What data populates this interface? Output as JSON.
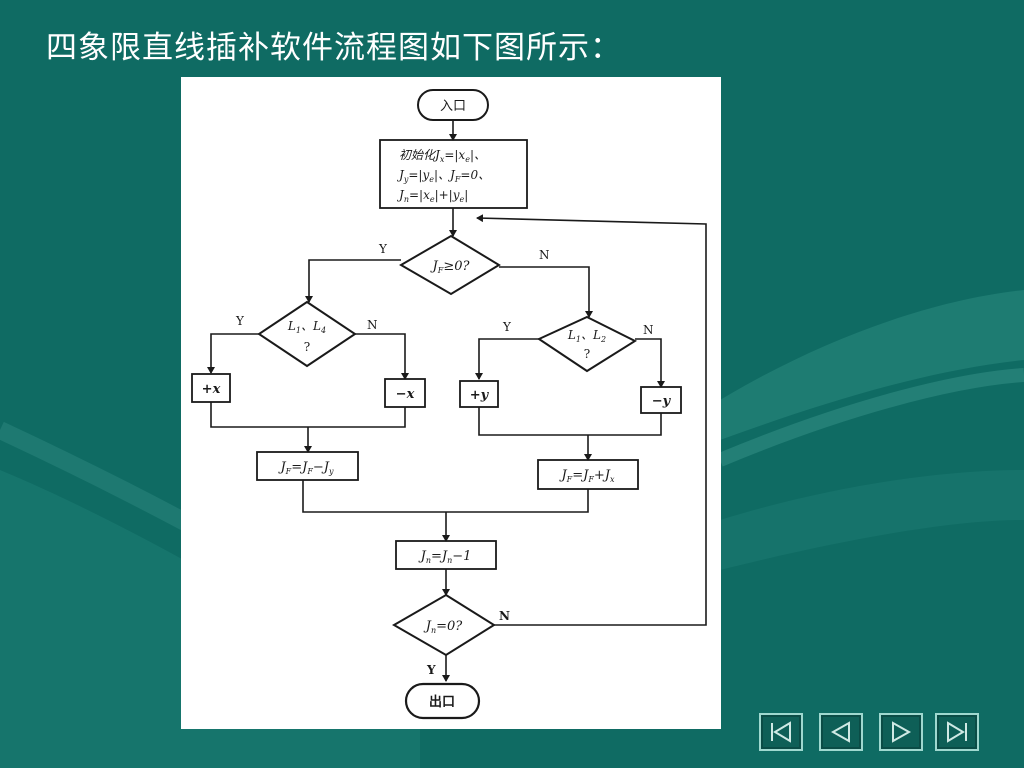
{
  "slide": {
    "title": "四象限直线插补软件流程图如下图所示："
  },
  "flowchart": {
    "start": "入口",
    "init_line1": "初始化J",
    "init_line2": "J",
    "init_line3": "J",
    "decision_jf": "J",
    "decision_jf_tail": "≥0?",
    "decision_l14": "L",
    "decision_l12": "L",
    "q_mark": "?",
    "yes": "Y",
    "no": "N",
    "op_plus_x": "+x",
    "op_minus_x": "−x",
    "op_plus_y": "+y",
    "op_minus_y": "−y",
    "update_left": "J",
    "update_right": "J",
    "dec_n": "J",
    "dec_n_tail": "=0?",
    "count_label": "J",
    "end": "出口"
  },
  "nav": {
    "first_icon": "first-page-icon",
    "prev_icon": "previous-page-icon",
    "next_icon": "next-page-icon",
    "last_icon": "last-page-icon"
  },
  "colors": {
    "background": "#0f6b63",
    "title_text": "#ffffff",
    "figure_ink": "#1a1a1a"
  }
}
